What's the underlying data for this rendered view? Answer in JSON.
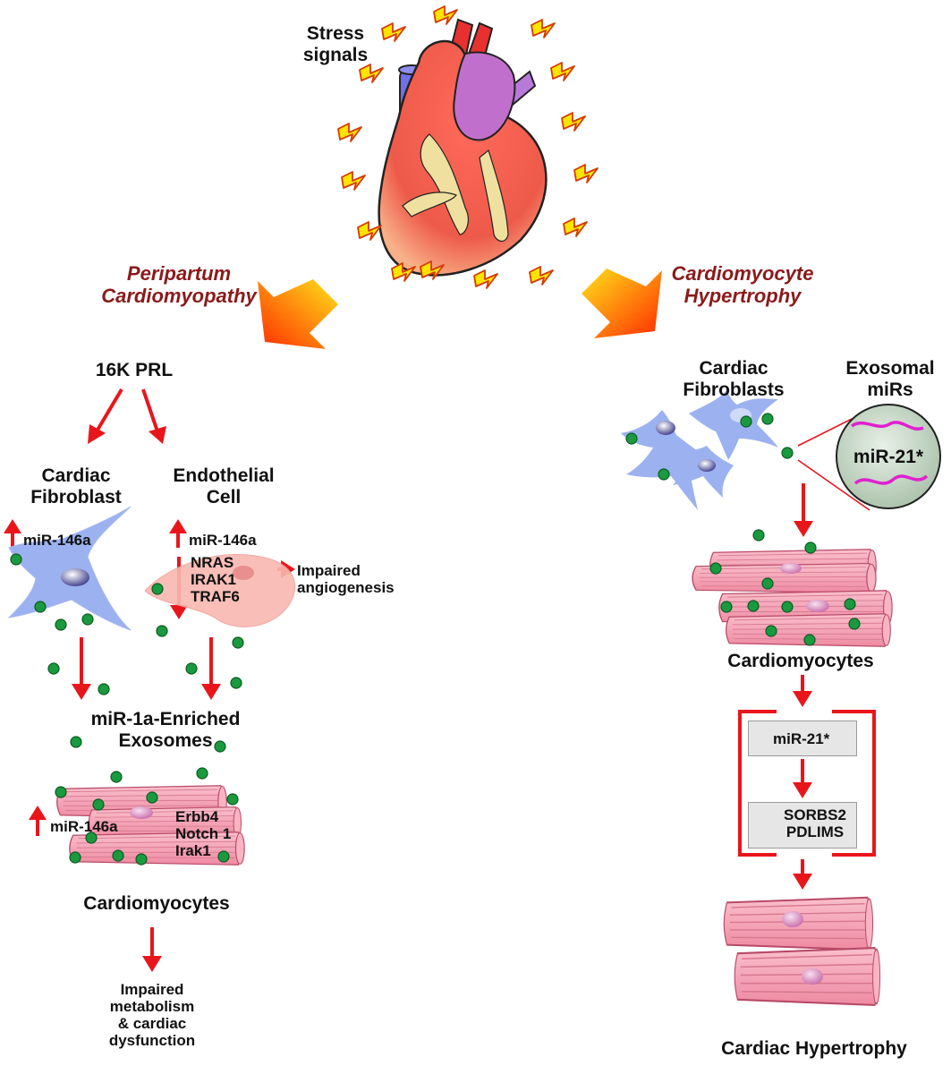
{
  "heart": {
    "stress_label": "Stress\nsignals"
  },
  "left_branch": {
    "title": "Peripartum\nCardiomyopathy",
    "trigger": "16K PRL",
    "fibroblast_label": "Cardiac\nFibroblast",
    "endothelial_label": "Endothelial\nCell",
    "fibroblast_mir_up": "miR-146a",
    "endothelial_mir_up": "miR-146a",
    "endothelial_targets": "NRAS\nIRAK1\nTRAF6",
    "angiogenesis_effect": "Impaired\nangiogenesis",
    "exosomes_label": "miR-1a-Enriched\nExosomes",
    "cm_mir_up": "miR-146a",
    "cm_targets": "Erbb4\nNotch 1\nIrak1",
    "cm_label": "Cardiomyocytes",
    "outcome": "Impaired\nmetabolism\n& cardiac\ndysfunction"
  },
  "right_branch": {
    "title": "Cardiomyocyte\nHypertrophy",
    "fibroblasts_label": "Cardiac\nFibroblasts",
    "exosomal_label": "Exosomal\nmiRs",
    "exosome_mir": "miR-21*",
    "cm_label": "Cardiomyocytes",
    "box_up": "miR-21*",
    "box_down": "SORBS2\nPDLIMS",
    "outcome": "Cardiac Hypertrophy"
  },
  "colors": {
    "arrow_red": "#e8161b",
    "title_red": "#8b1a1a",
    "exosome_green": "#1a9a3e",
    "fibroblast_blue": "#8aa6ee",
    "cardiomyocyte_pink": "#f6a8b8",
    "endothelial_pink": "#f8b8b0",
    "heart_red": "#e84848",
    "bolt_yellow": "#ffe400"
  }
}
